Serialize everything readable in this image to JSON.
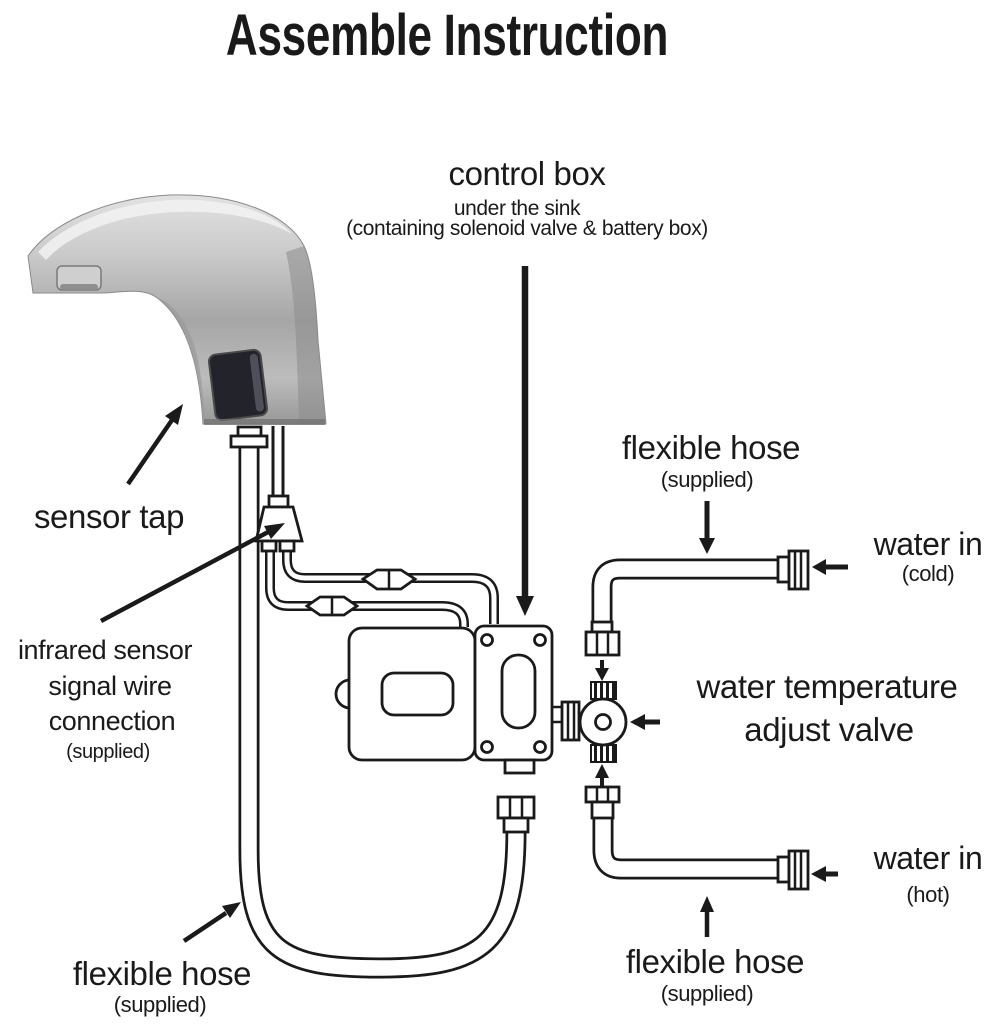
{
  "title": "Assemble Instruction",
  "labels": {
    "control_box": {
      "title": "control box",
      "subtitle": "under the sink",
      "note": "(containing solenoid valve & battery box)"
    },
    "sensor_tap": "sensor tap",
    "flexible_hose_top": {
      "title": "flexible hose",
      "sub": "(supplied)"
    },
    "water_in_cold": {
      "title": "water in",
      "sub": "(cold)"
    },
    "infrared_connection": {
      "line1": "infrared sensor",
      "line2": "signal wire",
      "line3": "connection",
      "sub": "(supplied)"
    },
    "temp_valve": {
      "line1": "water temperature",
      "line2": "adjust valve"
    },
    "water_in_hot": {
      "title": "water in",
      "sub": "(hot)"
    },
    "flexible_hose_bottom_left": {
      "title": "flexible hose",
      "sub": "(supplied)"
    },
    "flexible_hose_bottom_right": {
      "title": "flexible hose",
      "sub": "(supplied)"
    }
  },
  "colors": {
    "ink": "#1a1a1a",
    "background": "#ffffff",
    "faucet_silver_light": "#dedede",
    "faucet_silver_dark": "#9f9f9f",
    "sensor_window": "#23242b"
  }
}
